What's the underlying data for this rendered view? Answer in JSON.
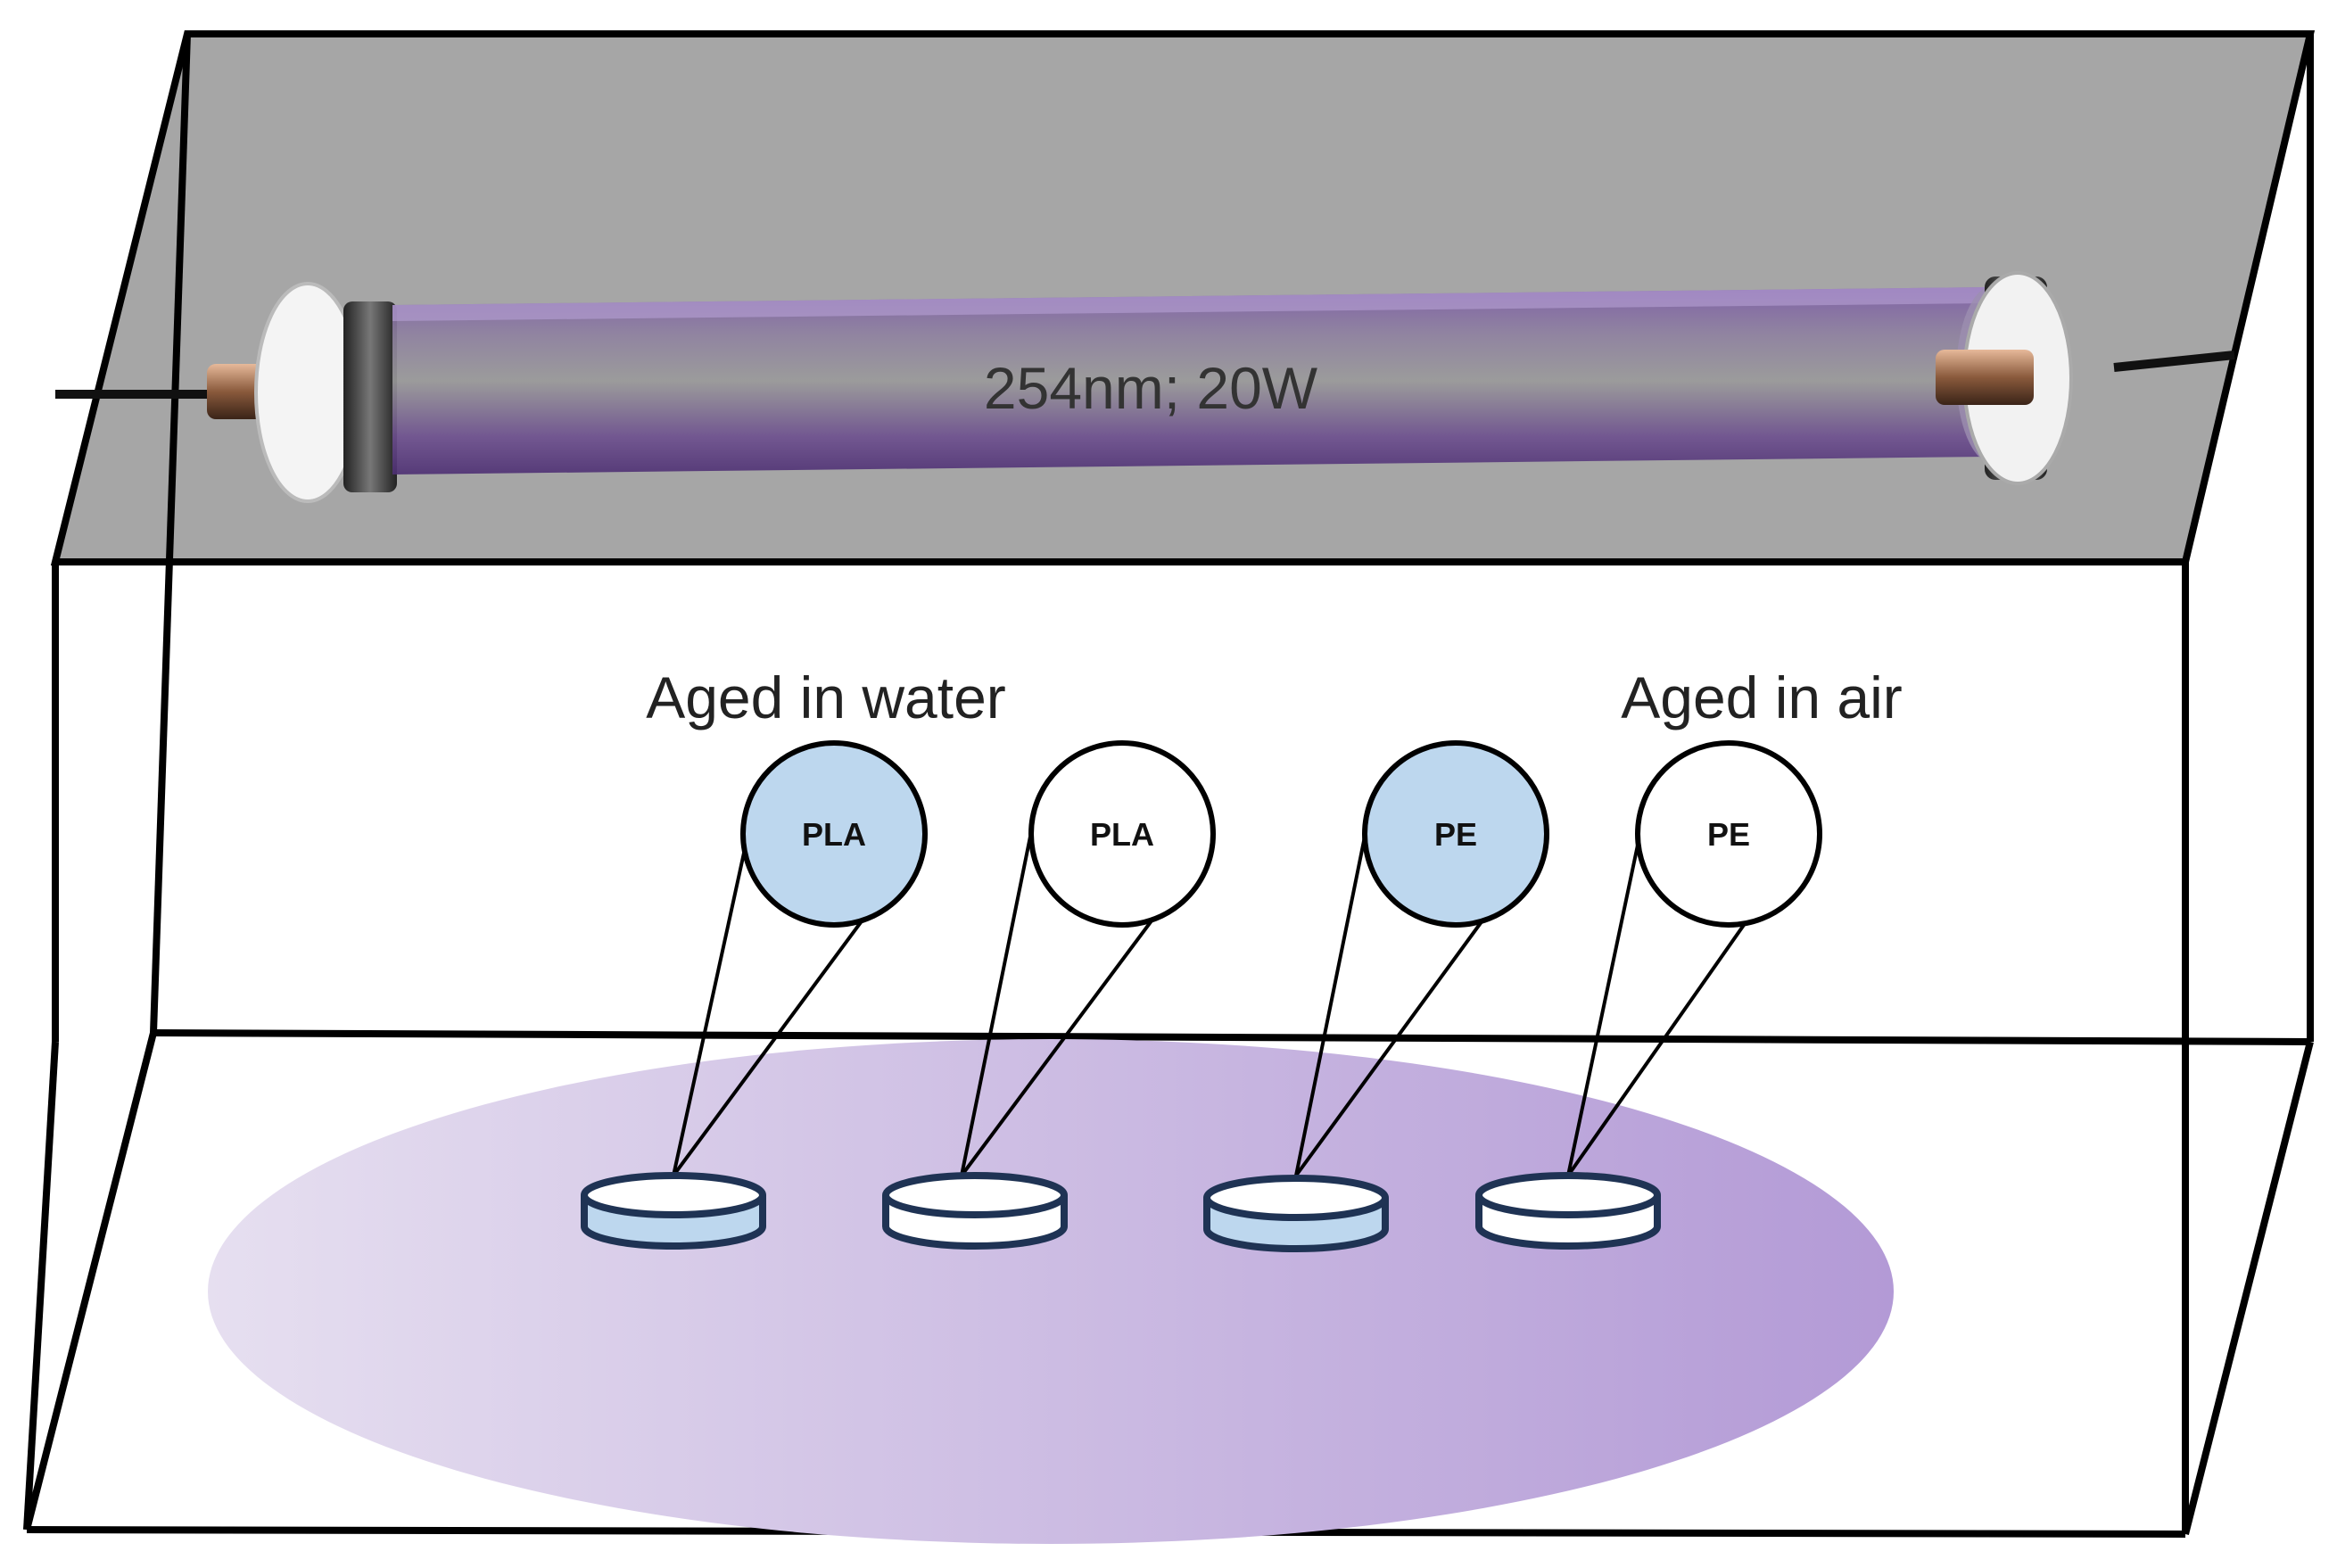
{
  "lamp": {
    "label": "254nm; 20W"
  },
  "groups": {
    "water_label": "Aged in water",
    "air_label": "Aged in air"
  },
  "samples": [
    {
      "label": "PLA",
      "condition": "water",
      "fill": "#bdd7ee"
    },
    {
      "label": "PLA",
      "condition": "air",
      "fill": "#ffffff"
    },
    {
      "label": "PE",
      "condition": "water",
      "fill": "#bdd7ee"
    },
    {
      "label": "PE",
      "condition": "air",
      "fill": "#ffffff"
    }
  ],
  "colors": {
    "chamber_top": "#a6a6a6",
    "lamp_tube": "#5f4a7a",
    "uv_glow_start": "#e4dcef",
    "uv_glow_end": "#b39ad6",
    "water_fill": "#bdd7ee"
  }
}
